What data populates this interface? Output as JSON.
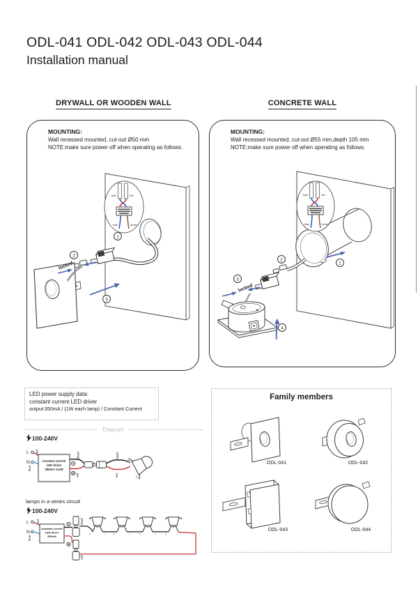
{
  "page": {
    "title": "ODL-041 ODL-042 ODL-043 ODL-044",
    "subtitle": "Installation manual"
  },
  "wire_bubble": {
    "top_left": "blue",
    "top_right": "red",
    "bottom_left": "blue",
    "bottom_right": "brown"
  },
  "drywall": {
    "header": "DRYWALL OR WOODEN WALL",
    "mounting": "MOUNTING:",
    "spec": "Wall recessed mounted, cut-out Ø50 mm",
    "note": "NOTE:make sure power off when operating as follows.",
    "step1": "1",
    "step2": "2",
    "step3": "3",
    "locked": "locked"
  },
  "concrete": {
    "header": "CONCRETE WALL",
    "mounting": "MOUNTING:",
    "spec": "Wall recessed mounted, cut-out Ø55 mm,depth 105 mm",
    "note": "NOTE:make sure power off when operating as follows.",
    "step1": "1",
    "step2": "2",
    "step3": "3",
    "step4": "4",
    "locked": "locked"
  },
  "power_supply": {
    "line1": "LED power supply data:",
    "line2": "constant current LED driver",
    "line3": "output:350mA / (1W each lamp) / Constant Current"
  },
  "divider_label": "Diagram",
  "wiring_single": {
    "voltage": "100-240V",
    "live": "L",
    "neutral": "N",
    "live_color_label": "red",
    "neutral_color_label": "blue",
    "driver_line1": "constant current",
    "driver_line2": "LED driver",
    "driver_line3": "350mA 1x1W",
    "out_neg": "black",
    "out_pos": "red",
    "after_neg": "black",
    "after_pos": "red"
  },
  "wiring_series": {
    "caption": "lamps in a series circuit",
    "voltage": "100-240V",
    "live": "L",
    "neutral": "N",
    "live_color_label": "red",
    "neutral_color_label": "blue",
    "driver_line1": "constant current",
    "driver_line2": "LED driver",
    "driver_line3": "350mA",
    "out_neg": "black",
    "out_pos": "red",
    "plus": "+",
    "minus": "−"
  },
  "family": {
    "title": "Family members",
    "items": [
      {
        "label": "ODL-041"
      },
      {
        "label": "ODL-042"
      },
      {
        "label": "ODL-043"
      },
      {
        "label": "ODL-044"
      }
    ]
  },
  "colors": {
    "wire_red": "#c83232",
    "wire_blue": "#2b55c8",
    "wire_cyan": "#31a3c8",
    "wire_brown": "#9a5b2d",
    "arrow_blue": "#4a66b0",
    "divider_gray": "#c2c2c2",
    "ink": "#1c1c1c"
  }
}
